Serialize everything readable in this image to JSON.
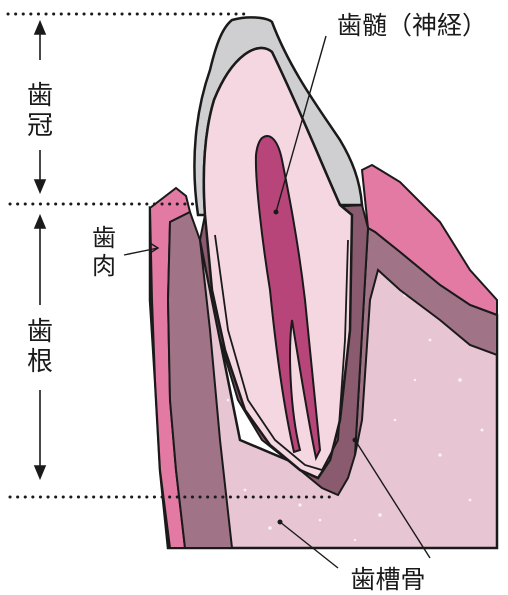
{
  "labels": {
    "crown": "歯冠",
    "root": "歯根",
    "gum": "歯肉",
    "pulp": "歯髄（神経）",
    "alveolar_bone": "歯槽骨"
  },
  "colors": {
    "enamel": "#cfcfd1",
    "dentin": "#f5d7e1",
    "pulp": "#b8457a",
    "gum": "#e27aa3",
    "bone": "#e8c5d2",
    "membrane": "#8a5a6e",
    "outline": "#1a1a1a"
  }
}
